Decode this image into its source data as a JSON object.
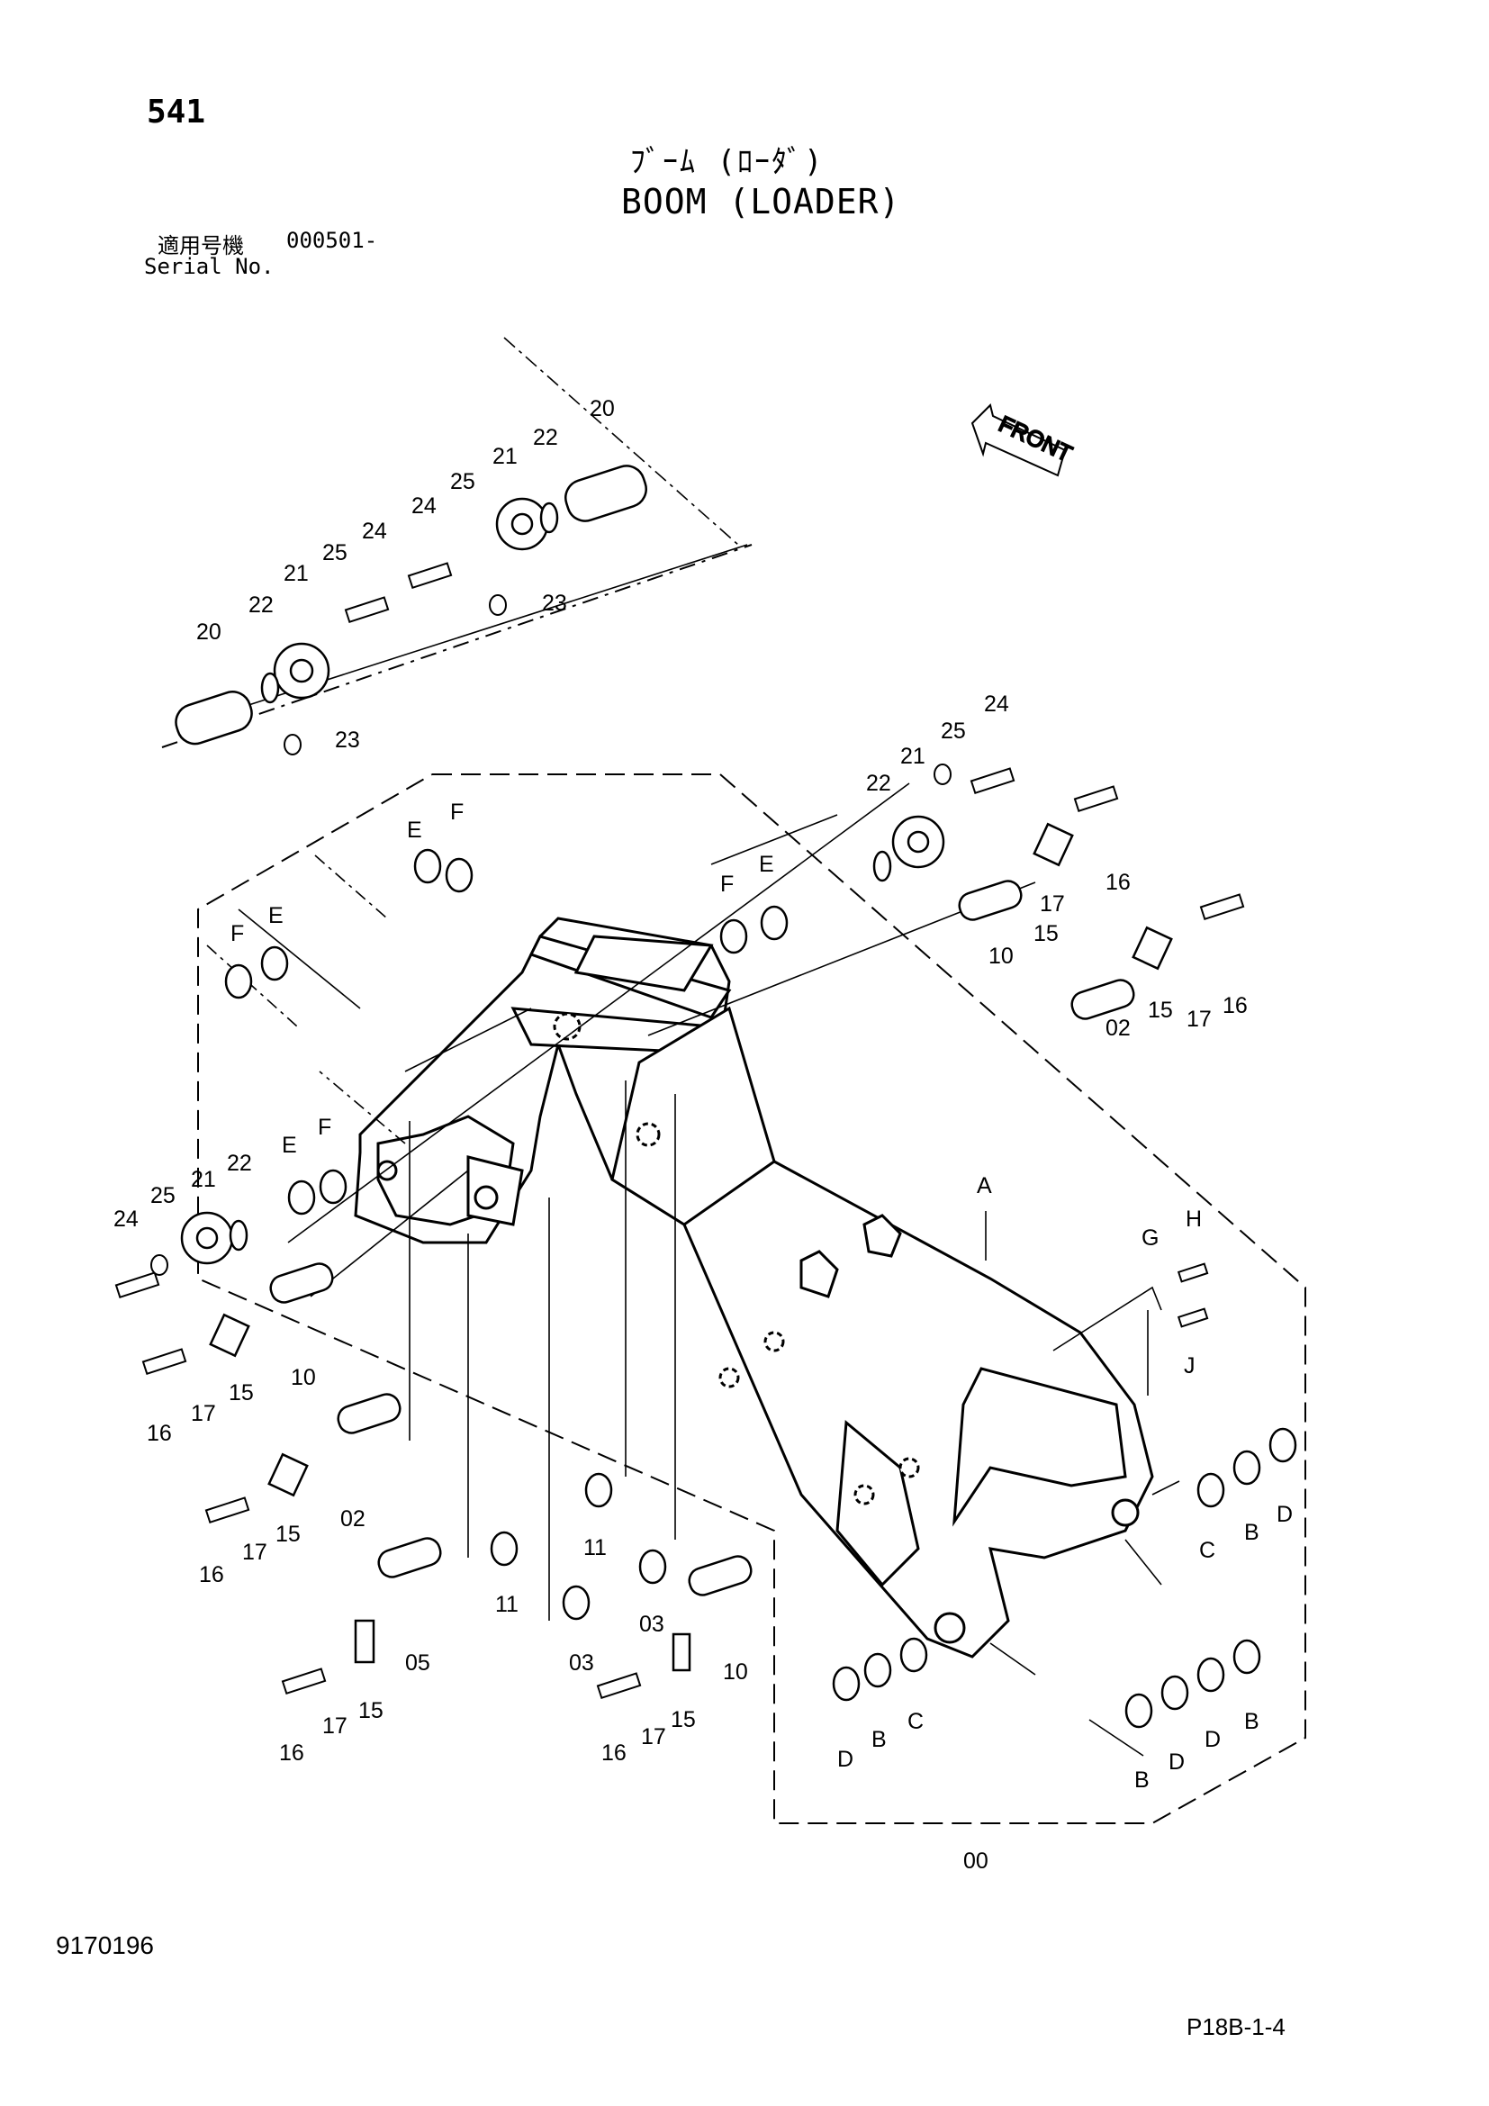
{
  "header": {
    "page_number": "541",
    "title_jp": "ﾌﾞｰﾑ (ﾛｰﾀﾞ)",
    "title_en": "BOOM (LOADER)",
    "serial_label_jp": "適用号機",
    "serial_code": "000501-",
    "serial_label_en": "Serial No."
  },
  "footer": {
    "doc_number": "9170196",
    "page_code": "P18B-1-4"
  },
  "diagram": {
    "front_label": "FRONT",
    "callouts": [
      "20",
      "22",
      "21",
      "25",
      "24",
      "23",
      "20",
      "22",
      "21",
      "25",
      "24",
      "23",
      "E",
      "F",
      "F",
      "E",
      "22",
      "21",
      "25",
      "24",
      "F",
      "E",
      "16",
      "17",
      "15",
      "10",
      "16",
      "17",
      "15",
      "02",
      "E",
      "F",
      "22",
      "21",
      "25",
      "24",
      "16",
      "17",
      "15",
      "10",
      "16",
      "17",
      "15",
      "02",
      "A",
      "G",
      "H",
      "J",
      "C",
      "B",
      "D",
      "11",
      "11",
      "03",
      "03",
      "05",
      "10",
      "16",
      "17",
      "15",
      "16",
      "17",
      "15",
      "D",
      "B",
      "C",
      "B",
      "D",
      "D",
      "B",
      "00"
    ]
  }
}
